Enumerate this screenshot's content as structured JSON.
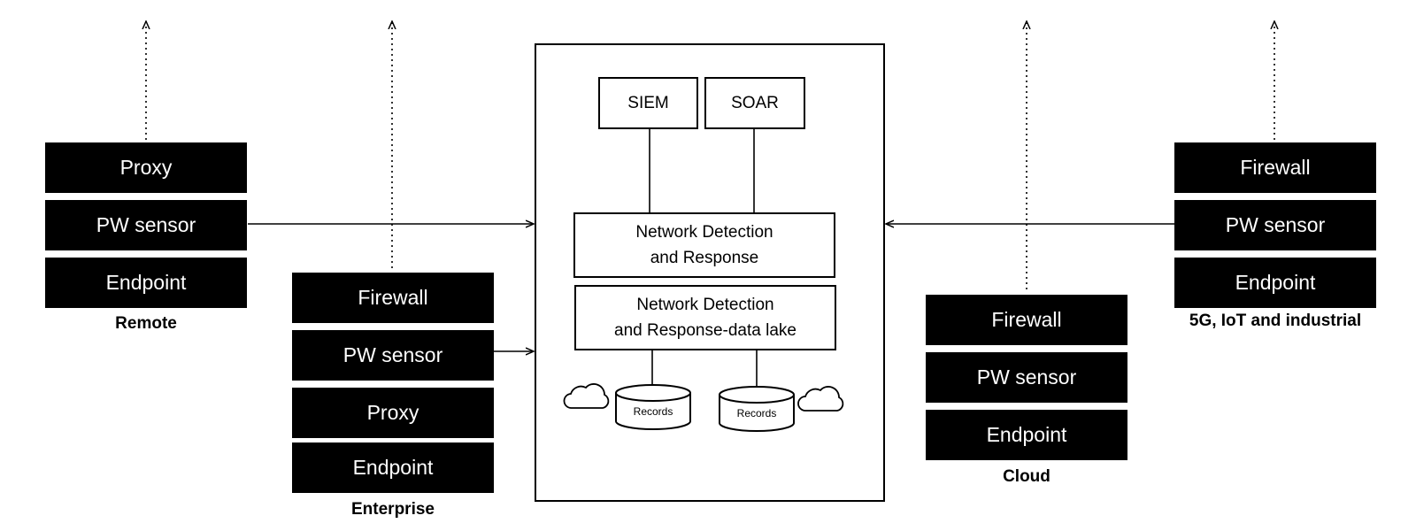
{
  "groups": {
    "remote": {
      "label": "Remote",
      "items": [
        "Proxy",
        "PW sensor",
        "Endpoint"
      ]
    },
    "enterprise": {
      "label": "Enterprise",
      "items": [
        "Firewall",
        "PW sensor",
        "Proxy",
        "Endpoint"
      ]
    },
    "cloud": {
      "label": "Cloud",
      "items": [
        "Firewall",
        "PW sensor",
        "Endpoint"
      ]
    },
    "industrial": {
      "label": "5G, IoT and industrial",
      "items": [
        "Firewall",
        "PW sensor",
        "Endpoint"
      ]
    }
  },
  "center": {
    "siem": "SIEM",
    "soar": "SOAR",
    "ndr_line1": "Network Detection",
    "ndr_line2": "and Response",
    "lake_line1": "Network Detection",
    "lake_line2": "and Response-data lake",
    "records_left": "Records",
    "records_right": "Records"
  },
  "icons": [
    "cloud-icon",
    "cylinder-icon",
    "arrow-icon"
  ]
}
